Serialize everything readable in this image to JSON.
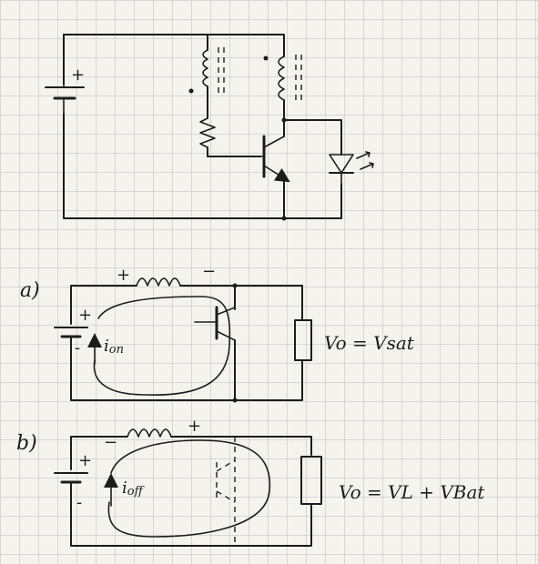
{
  "labels": {
    "battery_top_plus": "+",
    "part_a": "a)",
    "part_b": "b)",
    "a_ind_plus": "+",
    "a_ind_minus": "−",
    "a_bat_plus": "+",
    "a_bat_minus": "-",
    "a_current": "i",
    "a_current_sub": "on",
    "a_vo": "Vo = Vsat",
    "b_ind_minus": "−",
    "b_ind_plus": "+",
    "b_bat_plus": "+",
    "b_bat_minus": "-",
    "b_current": "i",
    "b_current_sub": "off",
    "b_vo": "Vo = VL + VBat"
  },
  "colors": {
    "paper": "#f4f3ee",
    "grid": "#b9bcc2",
    "ink": "#1c1c1c"
  },
  "icons": [
    "battery-icon",
    "inductor-icon",
    "resistor-icon",
    "transistor-icon",
    "led-icon",
    "load-resistor-icon",
    "current-arrow-icon"
  ]
}
